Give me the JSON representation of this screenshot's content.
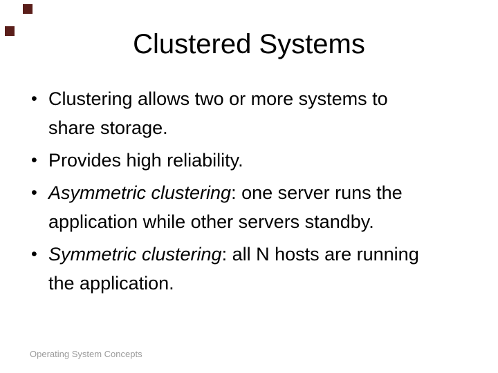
{
  "slide": {
    "title": "Clustered Systems",
    "bullets": [
      {
        "italic_lead": "",
        "text": "Clustering allows two or more systems to\nshare storage."
      },
      {
        "italic_lead": "",
        "text": "Provides high reliability."
      },
      {
        "italic_lead": "Asymmetric clustering",
        "text": ": one server runs the\napplication while other servers standby."
      },
      {
        "italic_lead": "Symmetric clustering",
        "text": ": all N hosts are running\nthe application."
      }
    ],
    "bullet_glyph": "•",
    "footer": "Operating System Concepts",
    "colors": {
      "background": "#ffffff",
      "text": "#000000",
      "footer_text": "#9b9b9b",
      "decoration_square": "#5a1e1a"
    }
  }
}
